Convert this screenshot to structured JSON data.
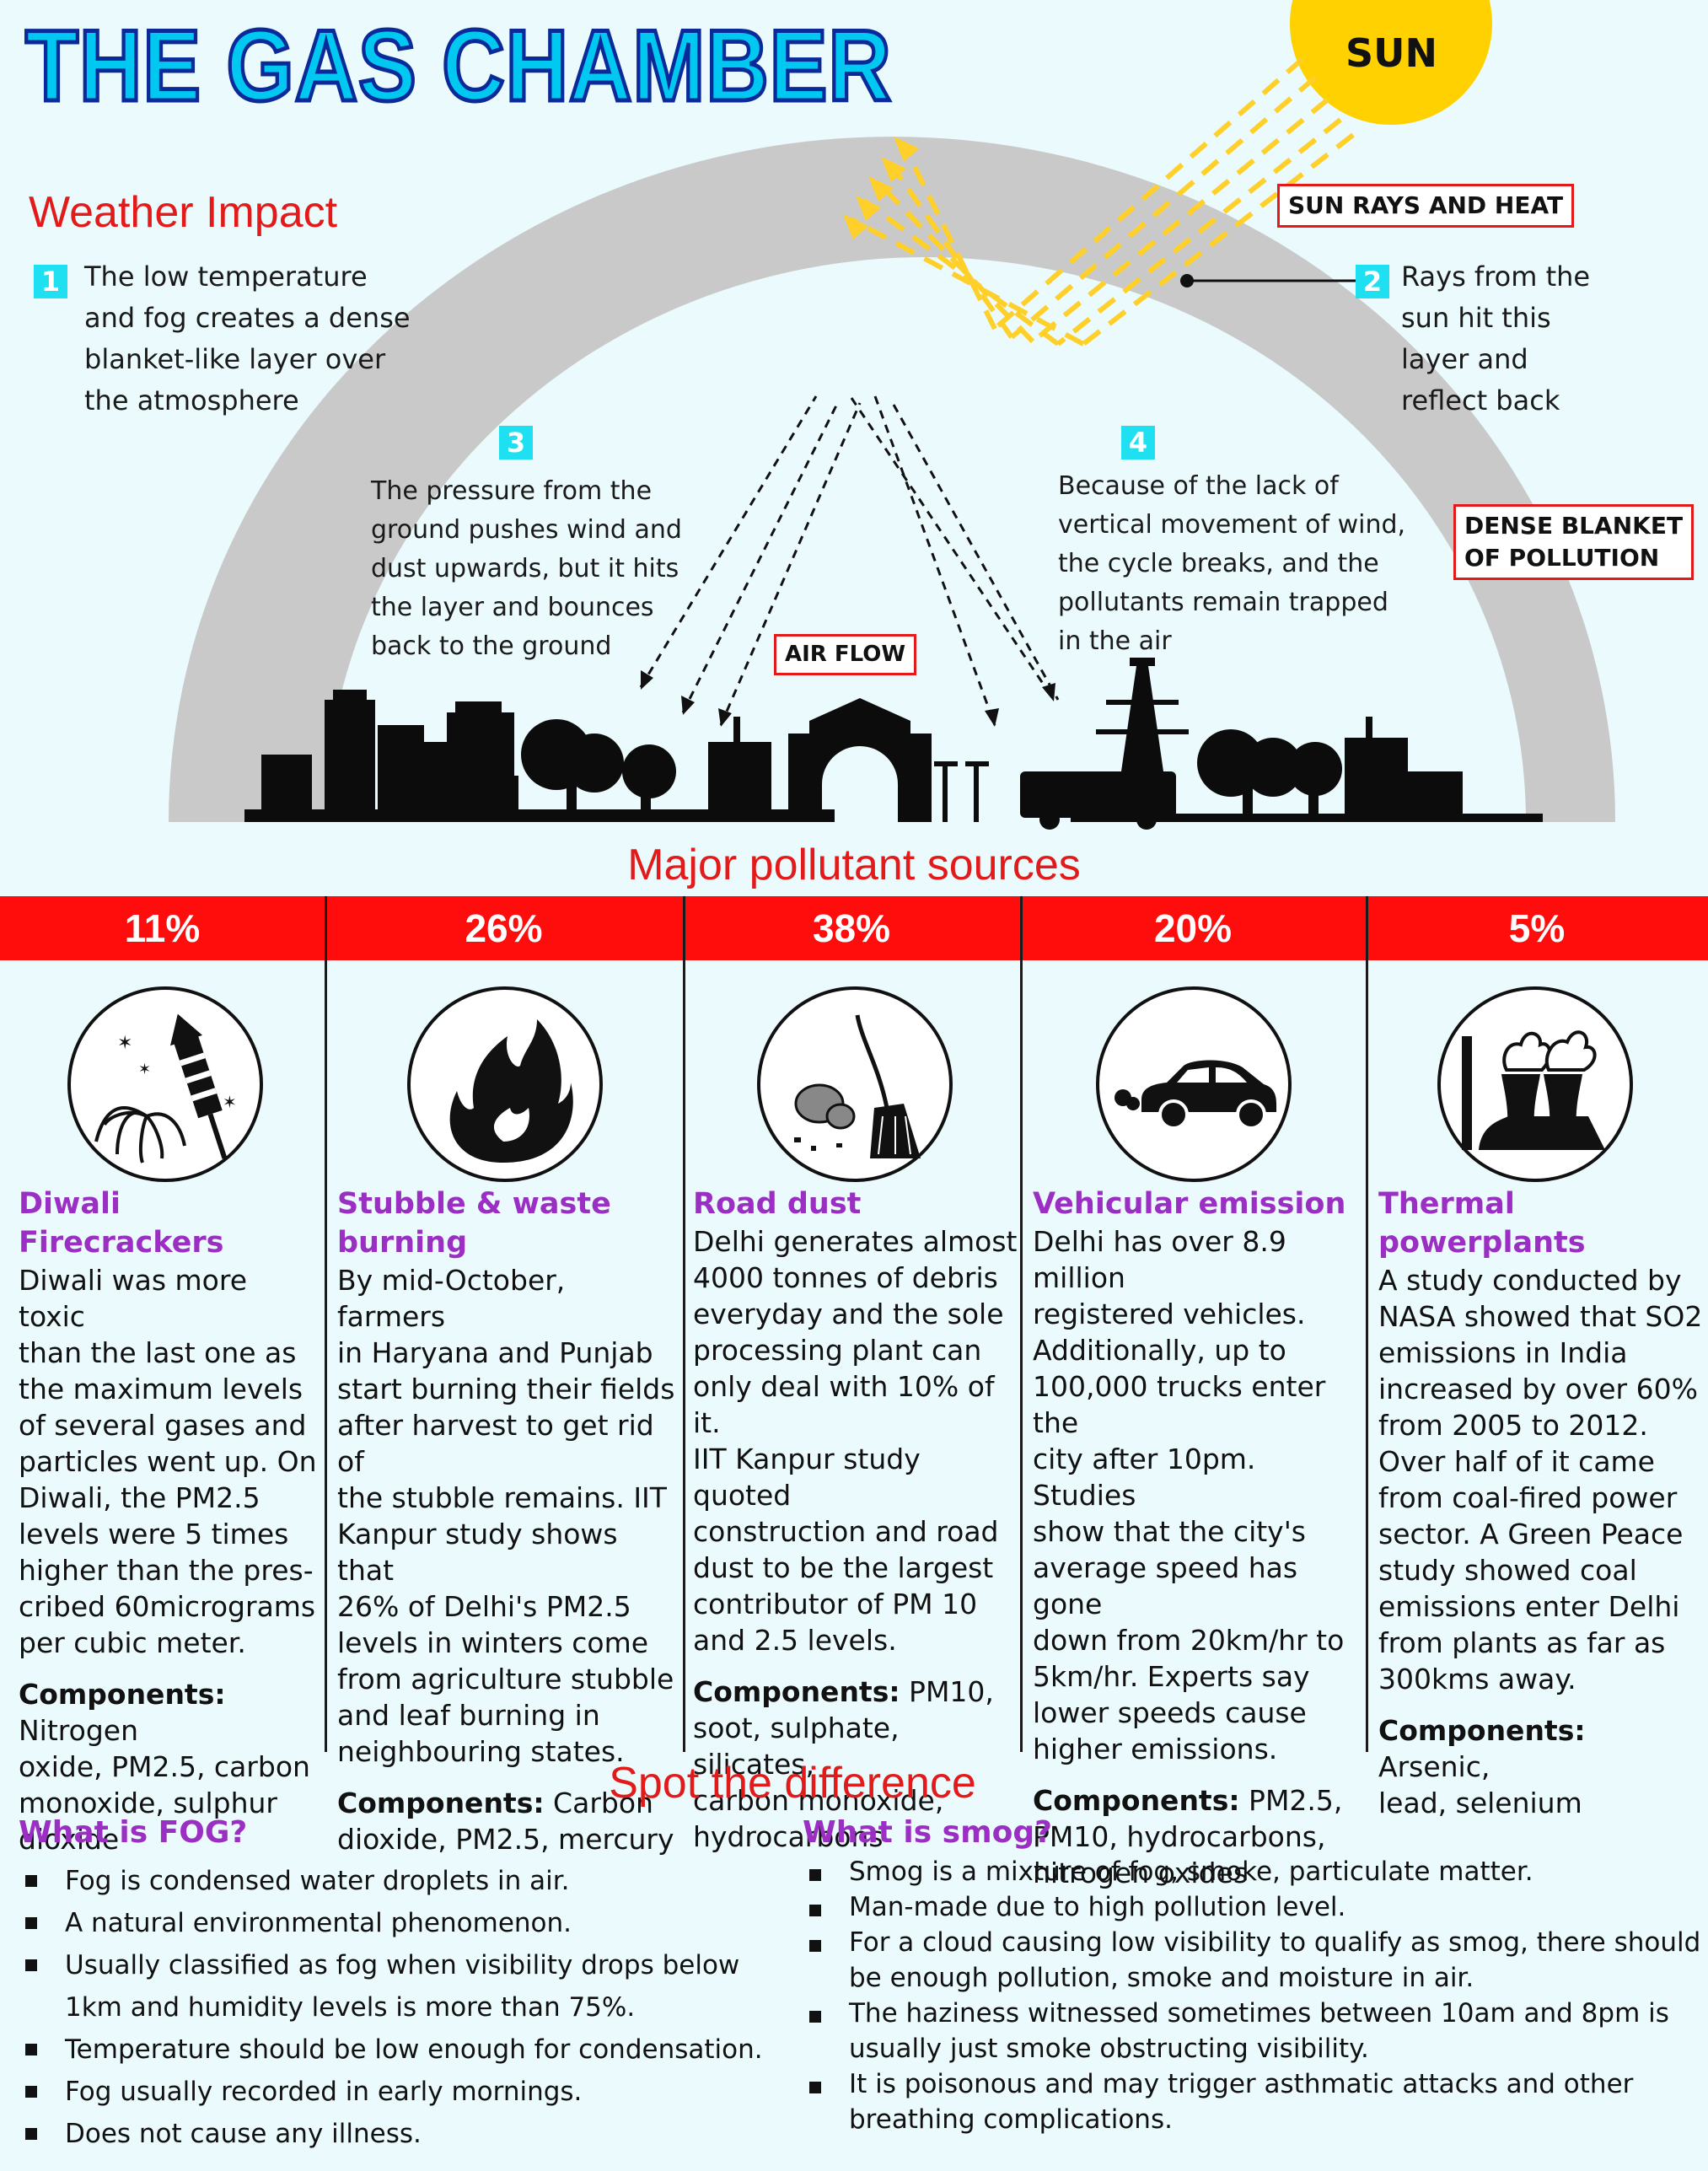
{
  "title": "THE GAS CHAMBER",
  "sun": {
    "label": "SUN",
    "color": "#ffd100"
  },
  "weather": {
    "heading": "Weather Impact",
    "items": [
      {
        "num": "1",
        "text": [
          "The low temperature",
          "and fog creates a dense",
          "blanket-like layer over",
          "the atmosphere"
        ]
      },
      {
        "num": "2",
        "text": [
          "Rays from the",
          "sun hit this",
          "layer and",
          "reflect back"
        ]
      },
      {
        "num": "3",
        "text": [
          "The pressure from the",
          "ground pushes wind and",
          "dust upwards, but it hits",
          "the layer and bounces",
          "back to the ground"
        ]
      },
      {
        "num": "4",
        "text": [
          "Because of the lack of",
          "vertical movement of wind,",
          "the cycle breaks, and the",
          "pollutants remain trapped",
          "in the air"
        ]
      }
    ],
    "callouts": {
      "sun_rays": "SUN RAYS AND HEAT",
      "dense_line1": "DENSE BLANKET",
      "dense_line2": "OF POLLUTION",
      "air_flow": "AIR FLOW"
    }
  },
  "sources": {
    "heading": "Major pollutant sources",
    "bar_color": "#ff0d0d",
    "items": [
      {
        "pct": "11%",
        "fraction": 0.11,
        "title": "Diwali Firecrackers",
        "icon": "firecracker-icon",
        "body": [
          "Diwali was more toxic",
          "than the last one as",
          "the maximum levels",
          "of several gases and",
          "particles went up. On",
          "Diwali, the PM2.5",
          "levels were 5 times",
          "higher than the pres-",
          "cribed 60micrograms",
          "per cubic meter."
        ],
        "comp_label": "Components:",
        "comp_lines": [
          " Nitrogen",
          "oxide, PM2.5, carbon",
          "monoxide, sulphur",
          "dioxide"
        ]
      },
      {
        "pct": "26%",
        "fraction": 0.26,
        "title_lines": [
          "Stubble & waste",
          "burning"
        ],
        "icon": "fire-icon",
        "body": [
          "By mid-October, farmers",
          "in Haryana and Punjab",
          "start burning their fields",
          "after harvest to get rid of",
          "the stubble remains. IIT",
          "Kanpur study shows that",
          "26% of Delhi's PM2.5",
          "levels in winters come",
          "from agriculture stubble",
          "and leaf burning in",
          "neighbouring states."
        ],
        "comp_label": "Components:",
        "comp_lines": [
          " Carbon",
          "dioxide, PM2.5, mercury"
        ]
      },
      {
        "pct": "38%",
        "fraction": 0.38,
        "title": "Road dust",
        "icon": "broom-icon",
        "body": [
          "Delhi generates almost",
          "4000 tonnes of debris",
          "everyday and the sole",
          "processing plant can",
          "only deal with 10% of it.",
          "IIT Kanpur study quoted",
          "construction and road",
          "dust to be the largest",
          "contributor of PM 10",
          "and 2.5 levels."
        ],
        "comp_label": "Components:",
        "comp_lines": [
          " PM10,",
          "soot, sulphate, silicates,",
          "carbon monoxide,",
          "hydrocarbons"
        ]
      },
      {
        "pct": "20%",
        "fraction": 0.2,
        "title": "Vehicular emission",
        "icon": "car-icon",
        "body": [
          "Delhi has over 8.9 million",
          "registered vehicles.",
          "Additionally, up to",
          "100,000 trucks enter the",
          "city after 10pm. Studies",
          "show that the city's",
          "average speed has gone",
          "down from 20km/hr to",
          "5km/hr. Experts say",
          "lower speeds cause",
          "higher emissions."
        ],
        "comp_label": "Components:",
        "comp_lines": [
          " PM2.5,",
          "PM10, hydrocarbons,",
          "nitrogen oxides"
        ]
      },
      {
        "pct": "5%",
        "fraction": 0.05,
        "title": "Thermal powerplants",
        "icon": "powerplant-icon",
        "body": [
          "A study conducted by",
          "NASA showed that SO2",
          "emissions in India",
          "increased by over 60%",
          "from 2005 to 2012.",
          "Over half of it came",
          "from coal-fired power",
          "sector. A Green Peace",
          "study showed coal",
          "emissions enter Delhi",
          "from plants as far as",
          "300kms away."
        ],
        "comp_label": "Components:",
        "comp_lines": [
          " Arsenic,",
          "lead, selenium"
        ]
      }
    ]
  },
  "difference": {
    "heading": "Spot the difference",
    "fog": {
      "title": "What is FOG?",
      "items": [
        [
          "Fog is condensed water droplets in air."
        ],
        [
          "A natural environmental phenomenon."
        ],
        [
          "Usually classified as fog when visibility drops below",
          "1km and humidity levels is more than 75%."
        ],
        [
          "Temperature should be low enough for condensation."
        ],
        [
          "Fog usually recorded in early mornings."
        ],
        [
          "Does not cause any illness."
        ]
      ]
    },
    "smog": {
      "title": "What is smog?",
      "items": [
        [
          "Smog is a mixture of fog, smoke, particulate matter."
        ],
        [
          "Man-made due to high pollution level."
        ],
        [
          "For a cloud causing low visibility to qualify as smog, there should",
          "be enough pollution, smoke and moisture in air."
        ],
        [
          "The haziness witnessed sometimes between 10am and 8pm is",
          "usually just smoke obstructing visibility."
        ],
        [
          "It is poisonous and may trigger asthmatic attacks and other",
          "breathing complications."
        ]
      ]
    }
  }
}
